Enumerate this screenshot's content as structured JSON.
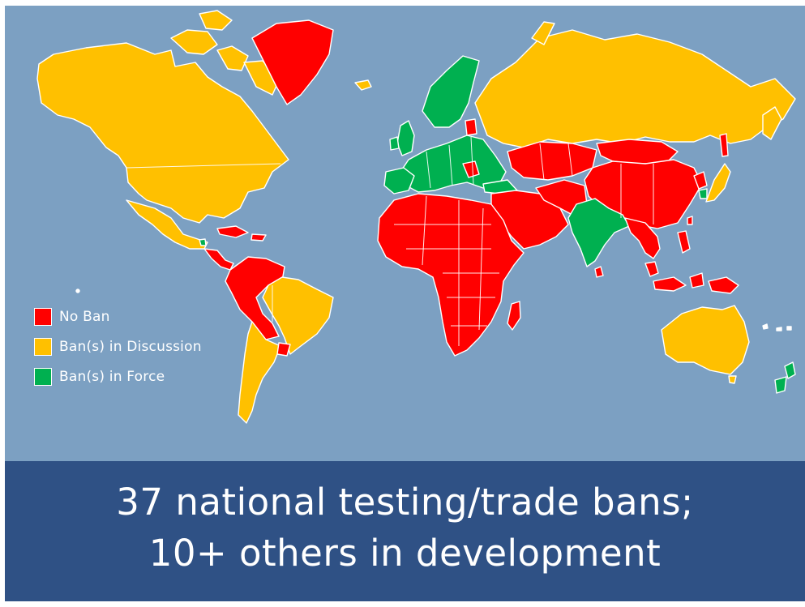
{
  "colors": {
    "ocean": "#7ca0c2",
    "no_ban": "#ff0000",
    "in_discussion": "#ffc000",
    "in_force": "#00b050",
    "banner": "#2f5185",
    "text": "#ffffff"
  },
  "legend": [
    {
      "label": "No Ban",
      "color": "#ff0000"
    },
    {
      "label": "Ban(s) in Discussion",
      "color": "#ffc000"
    },
    {
      "label": "Ban(s) in Force",
      "color": "#00b050"
    }
  ],
  "banner": {
    "line1": "37 national testing/trade bans;",
    "line2": "10+ others in development"
  }
}
